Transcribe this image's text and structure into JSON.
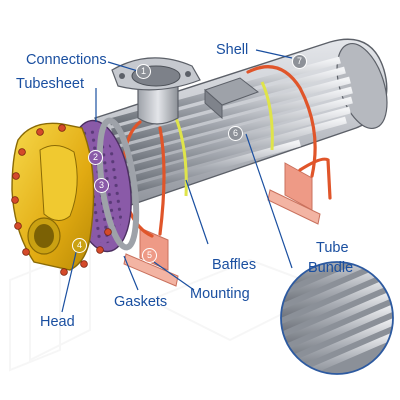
{
  "labels": {
    "connections": "Connections",
    "tubesheet": "Tubesheet",
    "shell": "Shell",
    "baffles": "Baffles",
    "tube": "Tube",
    "bundle": "Bundle",
    "mounting": "Mounting",
    "gaskets": "Gaskets",
    "head": "Head"
  },
  "markers": {
    "m1": "1",
    "m2": "2",
    "m3": "3",
    "m4": "4",
    "m5": "5",
    "m6": "6",
    "m7": "7"
  },
  "colors": {
    "label_text": "#1a4fa0",
    "leader_line": "#1a4fa0",
    "shell_metal": "#c9ccd2",
    "head_yellow": "#e9b81a",
    "tubesheet_purple": "#8a5aa8",
    "bolt_red": "#d44a2a",
    "strap_orange": "#e0552a",
    "mounting_pink": "#ee9a86",
    "baffle_yellow": "#dfe44a"
  }
}
